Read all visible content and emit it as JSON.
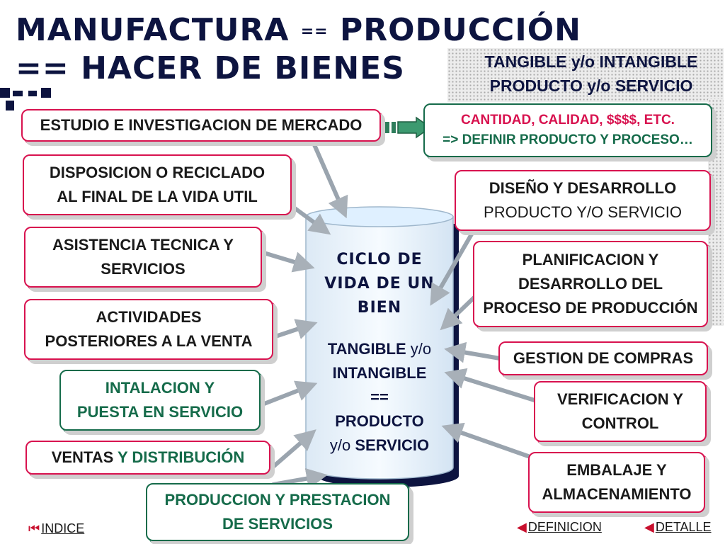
{
  "title": {
    "part1": "MANUFACTURA",
    "eq1": "==",
    "part2": "PRODUCCIÓN",
    "eq2": "==",
    "part3": "HACER DE BIENES"
  },
  "header_note": {
    "line1": "TANGIBLE y/o INTANGIBLE",
    "line2": "PRODUCTO y/o SERVICIO"
  },
  "center": {
    "line1": "CICLO DE",
    "line2": "VIDA DE UN",
    "line3": "BIEN",
    "line4a": "TANGIBLE",
    "line4b": "y/o",
    "line5": "INTANGIBLE",
    "line6": "==",
    "line7": "PRODUCTO",
    "line8a": "y/o",
    "line8b": "SERVICIO"
  },
  "left": {
    "estudio": "ESTUDIO E INVESTIGACION DE MERCADO",
    "disposicion": [
      "DISPOSICION O RECICLADO",
      "AL FINAL DE LA VIDA UTIL"
    ],
    "asistencia": [
      "ASISTENCIA TECNICA Y",
      "SERVICIOS"
    ],
    "actividades": [
      "ACTIVIDADES",
      "POSTERIORES A LA VENTA"
    ],
    "instalacion": [
      "INTALACION Y",
      "PUESTA EN SERVICIO"
    ],
    "ventas_a": "VENTAS",
    "ventas_b": "Y",
    "ventas_c": "DISTRIBUCIÓN",
    "produccion": [
      "PRODUCCION Y PRESTACION",
      "DE SERVICIOS"
    ]
  },
  "right": {
    "cantidad": [
      "CANTIDAD, CALIDAD, $$$$, ETC.",
      "=> DEFINIR PRODUCTO Y PROCESO…"
    ],
    "diseno": [
      "DISEÑO Y DESARROLLO",
      "PRODUCTO Y/O SERVICIO"
    ],
    "planificacion": [
      "PLANIFICACION  Y",
      "DESARROLLO DEL",
      "PROCESO DE PRODUCCIÓN"
    ],
    "compras": "GESTION DE COMPRAS",
    "verificacion": [
      "VERIFICACION Y",
      "CONTROL"
    ],
    "embalaje": [
      "EMBALAJE Y",
      "ALMACENAMIENTO"
    ]
  },
  "nav": {
    "indice": "INDICE",
    "definicion": "DEFINICION",
    "detalle": "DETALLE"
  },
  "colors": {
    "title": "#0d1440",
    "red_accent": "#d8124f",
    "green_accent": "#156b4a",
    "cylinder_top": "#dff0ff",
    "cylinder_body": "#eef5fb"
  }
}
